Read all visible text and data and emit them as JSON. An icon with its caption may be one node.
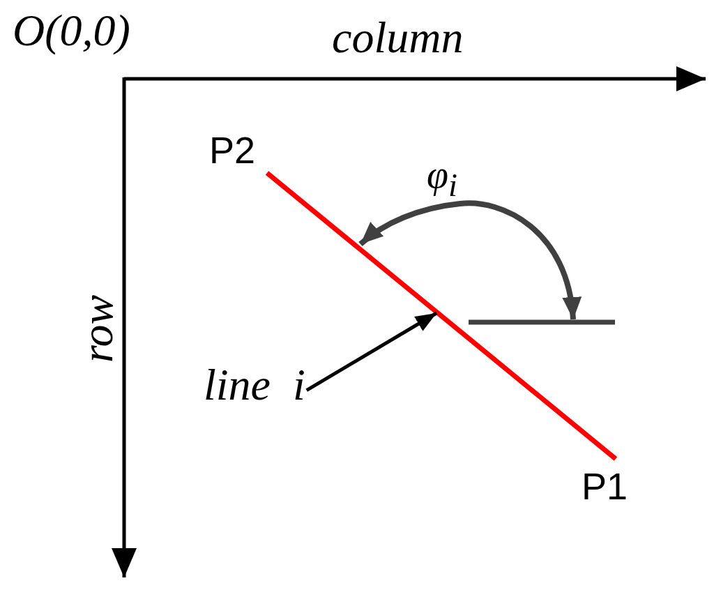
{
  "diagram": {
    "nodes": [
      {
        "text": [
          "line i"
        ]
      },
      {
        "text": [],
        "shape": "line"
      }
    ],
    "edges": [
      {
        "from": 0,
        "to": 1,
        "arrow": "to"
      }
    ],
    "labels": [
      "O(0,0)",
      "column",
      "row",
      "P2",
      "φ$_{i}$",
      "P1"
    ]
  }
}
